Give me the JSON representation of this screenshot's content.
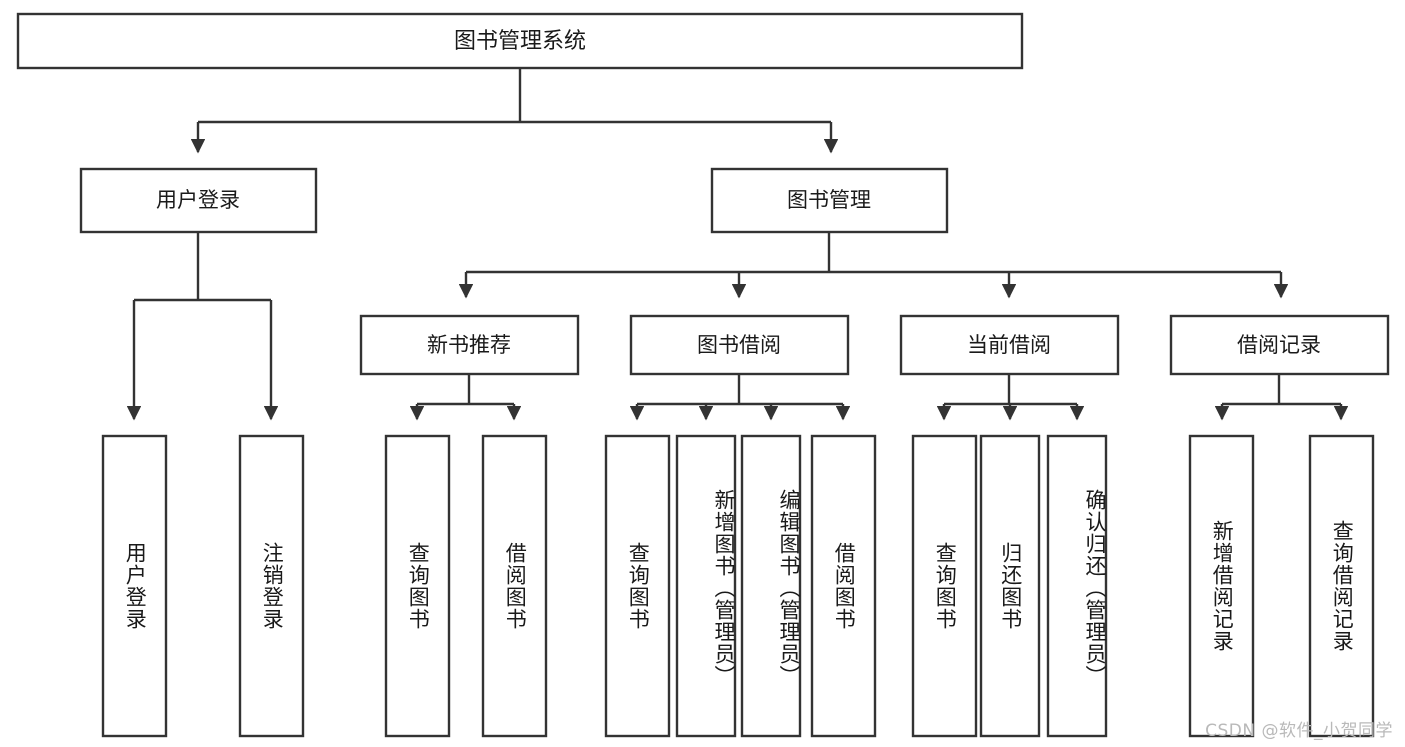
{
  "diagram": {
    "title": "图书管理系统",
    "type": "tree",
    "orientation": "top-down",
    "colors": {
      "box_stroke": "#333333",
      "box_fill": "#ffffff",
      "text": "#1a1a1a",
      "background": "#ffffff",
      "watermark": "#b9b9b9"
    },
    "root": {
      "id": "root",
      "label": "图书管理系统"
    },
    "level2": [
      {
        "id": "user-login",
        "label": "用户登录"
      },
      {
        "id": "book-manage",
        "label": "图书管理"
      }
    ],
    "level3": [
      {
        "id": "new-book-recommend",
        "label": "新书推荐",
        "parent": "book-manage"
      },
      {
        "id": "book-borrow",
        "label": "图书借阅",
        "parent": "book-manage"
      },
      {
        "id": "current-borrow",
        "label": "当前借阅",
        "parent": "book-manage"
      },
      {
        "id": "borrow-record",
        "label": "借阅记录",
        "parent": "book-manage"
      }
    ],
    "leaves": [
      {
        "id": "leaf-user-login",
        "label": "用户登录",
        "parent": "user-login"
      },
      {
        "id": "leaf-logout",
        "label": "注销登录",
        "parent": "user-login"
      },
      {
        "id": "leaf-query-book-1",
        "label": "查询图书",
        "parent": "new-book-recommend"
      },
      {
        "id": "leaf-borrow-book-1",
        "label": "借阅图书",
        "parent": "new-book-recommend"
      },
      {
        "id": "leaf-query-book-2",
        "label": "查询图书",
        "parent": "book-borrow"
      },
      {
        "id": "leaf-add-book",
        "label": "新增图书（管理员）",
        "parent": "book-borrow"
      },
      {
        "id": "leaf-edit-book",
        "label": "编辑图书（管理员）",
        "parent": "book-borrow"
      },
      {
        "id": "leaf-borrow-book-2",
        "label": "借阅图书",
        "parent": "book-borrow"
      },
      {
        "id": "leaf-query-book-3",
        "label": "查询图书",
        "parent": "current-borrow"
      },
      {
        "id": "leaf-return-book",
        "label": "归还图书",
        "parent": "current-borrow"
      },
      {
        "id": "leaf-confirm-return",
        "label": "确认归还（管理员）",
        "parent": "current-borrow"
      },
      {
        "id": "leaf-add-record",
        "label": "新增借阅记录",
        "parent": "borrow-record"
      },
      {
        "id": "leaf-query-record",
        "label": "查询借阅记录",
        "parent": "borrow-record"
      }
    ]
  },
  "watermark": {
    "text": "CSDN @软件_小贺同学"
  }
}
